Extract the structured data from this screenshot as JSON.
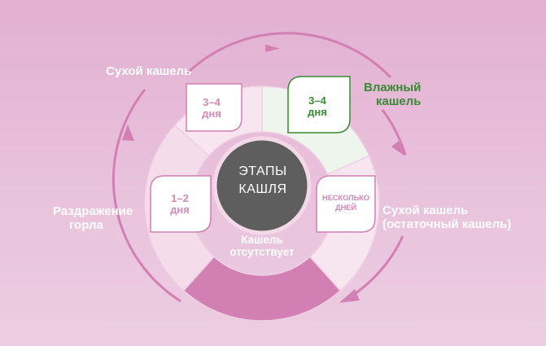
{
  "diagram": {
    "center": {
      "line1": "ЭТАПЫ",
      "line2": "КАШЛЯ"
    },
    "bottom_segment": {
      "line1": "Кашель",
      "line2": "отсутствует"
    },
    "stages": {
      "dry_cough": {
        "label": "Сухой кашель",
        "duration_line1": "3–4",
        "duration_line2": "дня"
      },
      "wet_cough": {
        "label_line1": "Влажный",
        "label_line2": "кашель",
        "duration_line1": "3–4",
        "duration_line2": "дня"
      },
      "residual_cough": {
        "label_line1": "Сухой кашель",
        "label_line2": "(остаточный кашель)",
        "duration_line1": "НЕСКОЛЬКО",
        "duration_line2": "ДНЕЙ"
      },
      "throat_irritation": {
        "label_line1": "Раздражение",
        "label_line2": "горла",
        "duration_line1": "1–2",
        "duration_line2": "дня"
      }
    },
    "colors": {
      "accent_pink": "#d27fb4",
      "green": "#3a8a35",
      "center_gray": "#5e5e5e",
      "segment_light": "#f6e4ef"
    }
  }
}
